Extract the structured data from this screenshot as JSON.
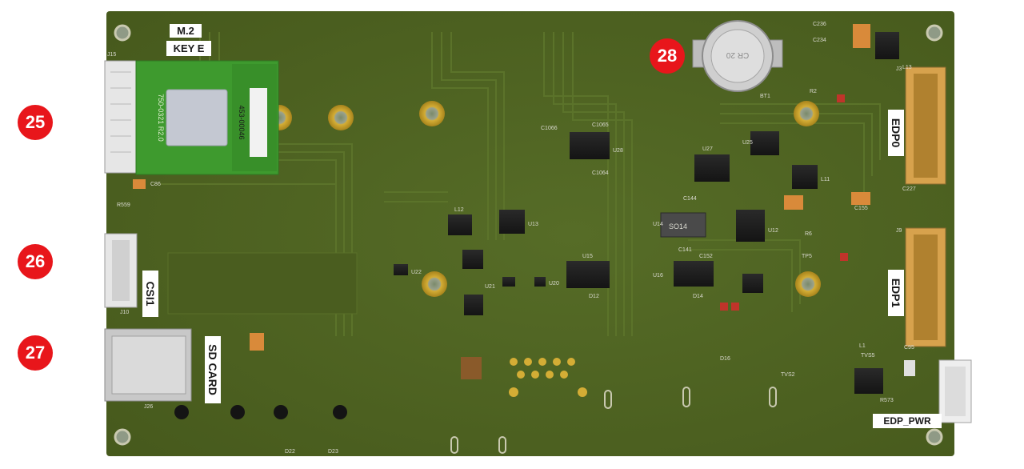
{
  "colors": {
    "pcb": "#4e6222",
    "pcb_dark": "#3f5119",
    "trace": "#5a7028",
    "pad_gold": "#c9a227",
    "callout_red": "#e8161b",
    "module_green": "#3e9a2e",
    "chip_black": "#1c1c1c"
  },
  "labels": {
    "m2": "M.2",
    "key_e": "KEY E",
    "csi1": "CSI1",
    "sd_card": "SD CARD",
    "edp0": "EDP0",
    "edp1": "EDP1",
    "edp_pwr": "EDP_PWR"
  },
  "callouts": [
    "25",
    "26",
    "27",
    "28"
  ],
  "silkscreen": {
    "j15": "J15",
    "j10": "J10",
    "j26": "J26",
    "j3": "J3",
    "j9": "J9",
    "bt1": "BT1",
    "battery": "CR 20",
    "so14": "SO14",
    "u28": "U28",
    "u27": "U27",
    "u25": "U25",
    "u13": "U13",
    "u12": "U12",
    "u14": "U14",
    "u15": "U15",
    "u16": "U16",
    "u20": "U20",
    "u21": "U21",
    "u22": "U22",
    "l12": "L12",
    "l11": "L11",
    "l13": "L13",
    "l1": "L1",
    "d12": "D12",
    "d14": "D14",
    "d16": "D16",
    "d22": "D22",
    "d23": "D23",
    "r2": "R2",
    "r6": "R6",
    "tvs5": "TVS5",
    "tvs2": "TVS2",
    "tp5": "TP5",
    "c144": "C144",
    "c1064": "C1064",
    "c1065": "C1065",
    "c1066": "C1066",
    "c227": "C227",
    "c236": "C236",
    "c234": "C234",
    "c155": "C155",
    "c95": "C95",
    "c141": "C141",
    "c152": "C152",
    "r573": "R573",
    "r559": "R559",
    "c86": "C86",
    "module_id": "453-00046",
    "module_pn": "750-0321 R2.0"
  }
}
